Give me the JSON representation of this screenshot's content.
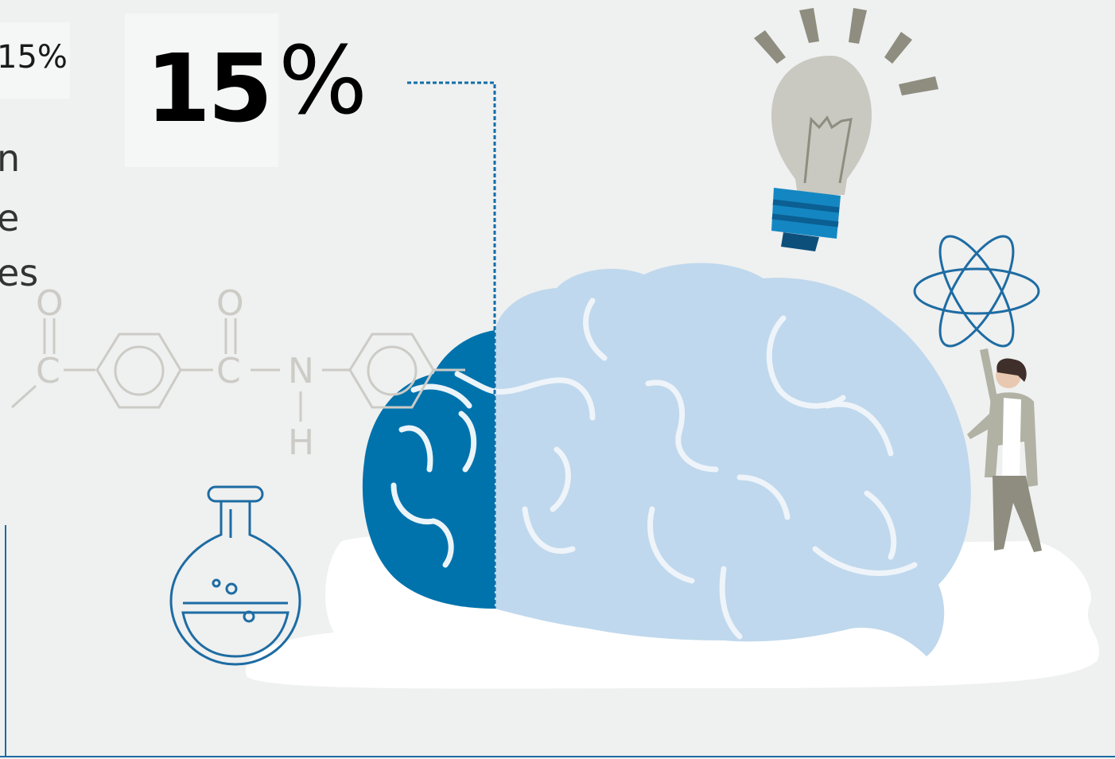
{
  "stat": {
    "value": "15",
    "unit": "%",
    "small_value": "15%"
  },
  "text_fragments": [
    "n",
    "e",
    "es"
  ],
  "molecule_atoms": {
    "oxygen_left": "O",
    "oxygen_right": "O",
    "carbon_left": "C",
    "carbon_right": "C",
    "nitrogen": "N",
    "hydrogen": "H"
  },
  "colors": {
    "background": "#eff0f0",
    "brain_dark": "#0073ad",
    "brain_light": "#bfd8ed",
    "cloud": "#ffffff",
    "bulb_glass": "#c9c8c1",
    "bulb_base": "#1487c2",
    "rays": "#8e8d7f",
    "molecule": "#cccbc6",
    "outline_blue": "#1d6ca3",
    "person_coat": "#b1b1a4",
    "person_pants": "#8e8d7f"
  },
  "icons": [
    "chemical-structure-icon",
    "round-flask-icon",
    "brain-illustration",
    "lightbulb-icon",
    "atom-icon",
    "scientist-figure"
  ]
}
